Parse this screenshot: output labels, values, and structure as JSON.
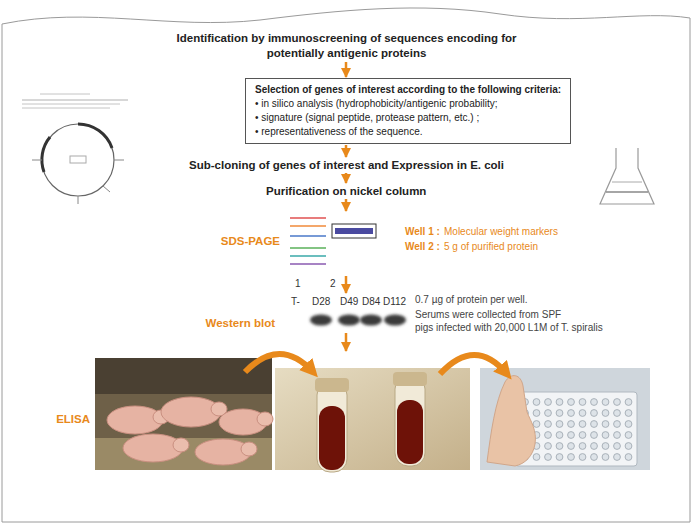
{
  "diagram": {
    "nodes": [
      {
        "text": [
          "Identification by immunoscreening of sequences encoding for potentially antigenic proteins"
        ]
      },
      {
        "text": [
          "Selection of genes of interest according to the following criteria:",
          "• in silico analysis (hydrophobicity/antigenic probability;",
          "• signature (signal peptide, protease pattern, etc.) ;",
          "• representativeness of the sequence."
        ]
      },
      {
        "text": [
          "Sub-cloning of genes of interest and Expression in E. coli"
        ]
      },
      {
        "text": [
          "Purification on nickel column"
        ]
      },
      {
        "text": [
          "SDS-PAGE"
        ]
      },
      {
        "text": [
          "Western blot"
        ]
      },
      {
        "text": [
          "ELISA"
        ]
      }
    ],
    "edges": [
      {
        "from": 0,
        "to": 1,
        "arrow": "to"
      },
      {
        "from": 1,
        "to": 2,
        "arrow": "to"
      },
      {
        "from": 2,
        "to": 3,
        "arrow": "to"
      },
      {
        "from": 3,
        "to": 4,
        "arrow": "to"
      },
      {
        "from": 4,
        "to": 5,
        "arrow": "to"
      },
      {
        "from": 5,
        "to": 6,
        "arrow": "to"
      }
    ],
    "labels": [
      "1",
      "2",
      "Well 1 :",
      "Molecular weight markers",
      "Well 2 :",
      "5 g of purified protein",
      "T-",
      "D28",
      "D49",
      "D84",
      "D112",
      "0.7 µg of protein per well.",
      "Serums were collected from SPF",
      "pigs infected with 20,000 L1M of T. spiralis"
    ]
  }
}
